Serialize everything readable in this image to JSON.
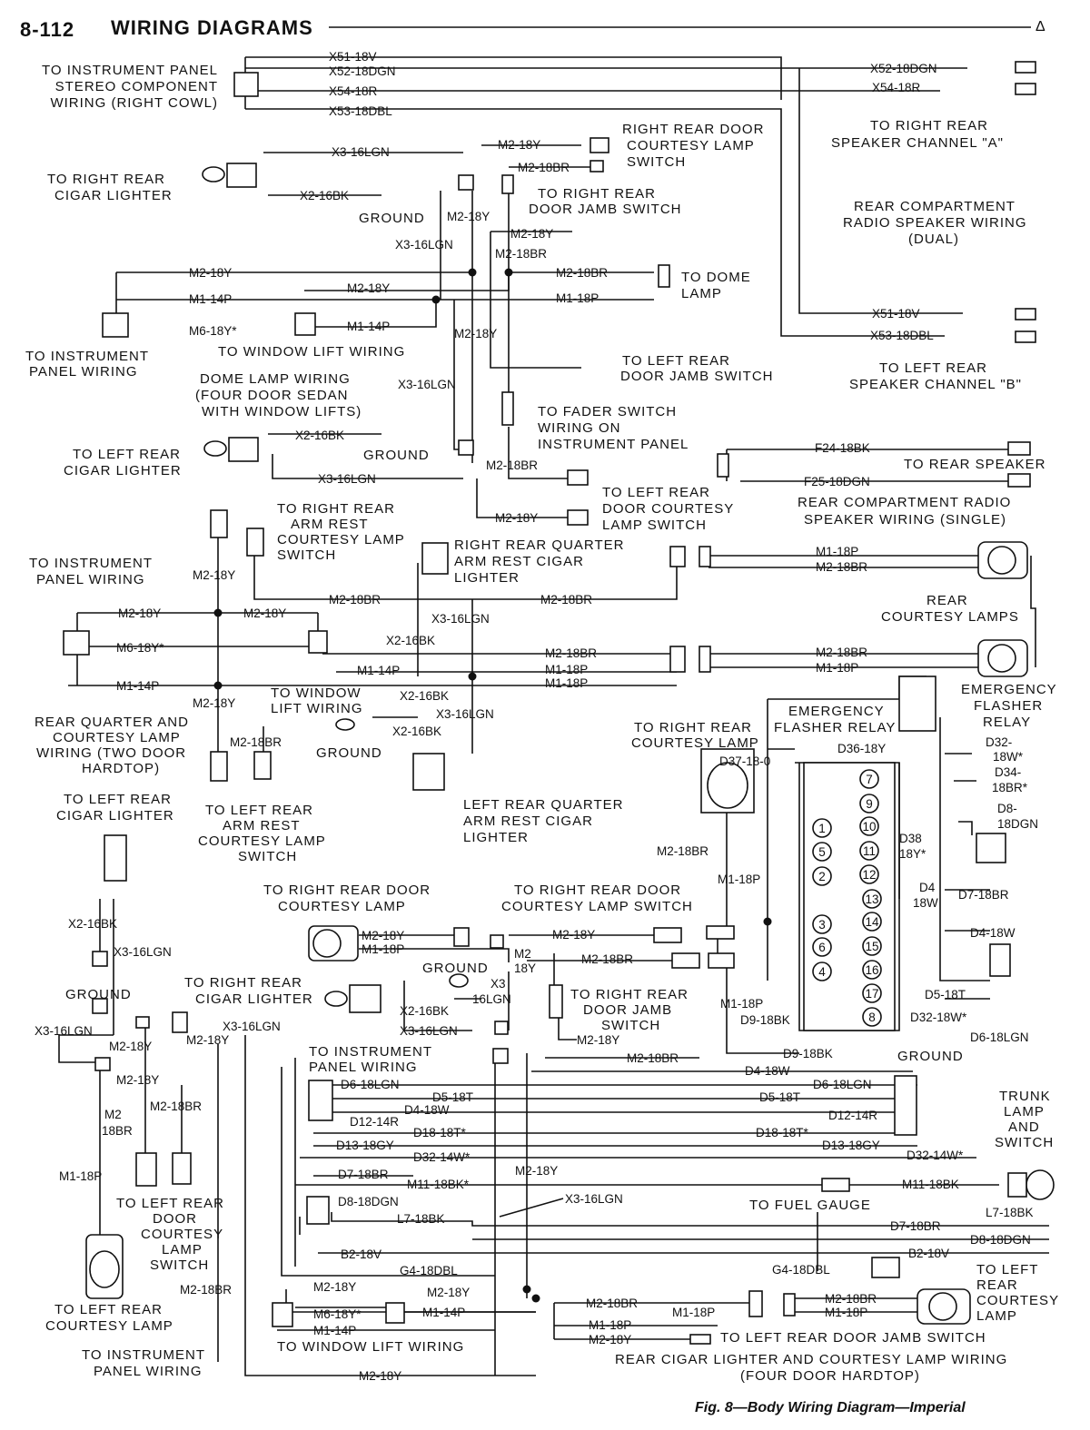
{
  "header": {
    "page_number": "8-112",
    "title": "WIRING DIAGRAMS",
    "corner_mark": "Δ"
  },
  "caption": "Fig. 8—Body Wiring Diagram—Imperial",
  "labels": {
    "ip_stereo": [
      "TO INSTRUMENT PANEL",
      "STEREO COMPONENT",
      "WIRING (RIGHT COWL)"
    ],
    "rr_cigar_1": [
      "TO RIGHT REAR",
      "CIGAR LIGHTER"
    ],
    "ground": "GROUND",
    "rr_door_courtesy_switch_1": [
      "RIGHT REAR DOOR",
      "COURTESY LAMP",
      "SWITCH"
    ],
    "rr_door_jamb_1": [
      "TO RIGHT REAR",
      "DOOR JAMB SWITCH"
    ],
    "rr_speaker_a": [
      "TO RIGHT REAR",
      "SPEAKER CHANNEL \"A\""
    ],
    "rear_comp_dual": [
      "REAR COMPARTMENT",
      "RADIO SPEAKER WIRING",
      "(DUAL)"
    ],
    "dome_lamp": [
      "TO DOME",
      "LAMP"
    ],
    "ip_wiring": [
      "TO INSTRUMENT",
      "PANEL WIRING"
    ],
    "window_lift": "TO WINDOW LIFT WIRING",
    "lr_door_jamb_1": [
      "TO LEFT REAR",
      "DOOR JAMB SWITCH"
    ],
    "lr_speaker_b": [
      "TO LEFT REAR",
      "SPEAKER CHANNEL \"B\""
    ],
    "dome_lamp_wiring": [
      "DOME LAMP WIRING",
      "(FOUR DOOR SEDAN",
      "WITH WINDOW LIFTS)"
    ],
    "fader": [
      "TO FADER SWITCH",
      "WIRING ON",
      "INSTRUMENT PANEL"
    ],
    "lr_cigar_1": [
      "TO LEFT REAR",
      "CIGAR LIGHTER"
    ],
    "to_rear_speaker": "TO REAR SPEAKER",
    "rear_comp_single": [
      "REAR COMPARTMENT RADIO",
      "SPEAKER WIRING (SINGLE)"
    ],
    "lr_door_courtesy_switch_1": [
      "TO LEFT REAR",
      "DOOR COURTESY",
      "LAMP SWITCH"
    ],
    "rr_armrest_courtesy": [
      "TO RIGHT REAR",
      "ARM REST",
      "COURTESY LAMP",
      "SWITCH"
    ],
    "rr_quarter_cigar": [
      "RIGHT REAR QUARTER",
      "ARM REST CIGAR",
      "LIGHTER"
    ],
    "rear_courtesy_lamps": [
      "REAR",
      "COURTESY LAMPS"
    ],
    "window_lift_2": [
      "TO WINDOW",
      "LIFT WIRING"
    ],
    "rear_quarter_wiring": [
      "REAR QUARTER AND",
      "COURTESY LAMP",
      "WIRING (TWO DOOR",
      "HARDTOP)"
    ],
    "emergency_flasher_relay": [
      "EMERGENCY",
      "FLASHER RELAY"
    ],
    "emergency_flasher_relay_2": [
      "EMERGENCY",
      "FLASHER",
      "RELAY"
    ],
    "rr_courtesy_lamp_1": [
      "TO RIGHT REAR",
      "COURTESY LAMP"
    ],
    "lr_cigar_2": [
      "TO LEFT REAR",
      "CIGAR LIGHTER"
    ],
    "lr_armrest_courtesy": [
      "TO LEFT REAR",
      "ARM REST",
      "COURTESY LAMP",
      "SWITCH"
    ],
    "lr_quarter_cigar": [
      "LEFT REAR QUARTER",
      "ARM REST CIGAR",
      "LIGHTER"
    ],
    "rr_door_courtesy_lamp_2": [
      "TO RIGHT REAR DOOR",
      "COURTESY LAMP"
    ],
    "rr_door_courtesy_switch_2": [
      "TO RIGHT REAR DOOR",
      "COURTESY LAMP SWITCH"
    ],
    "rr_cigar_2": [
      "TO RIGHT REAR",
      "CIGAR LIGHTER"
    ],
    "rr_door_jamb_2": [
      "TO RIGHT REAR",
      "DOOR JAMB",
      "SWITCH"
    ],
    "ip_wiring_3": [
      "TO INSTRUMENT",
      "PANEL WIRING"
    ],
    "trunk": [
      "TRUNK",
      "LAMP",
      "AND",
      "SWITCH"
    ],
    "fuel_gauge": "TO FUEL GAUGE",
    "lr_door_courtesy_switch_2": [
      "TO LEFT REAR",
      "DOOR",
      "COURTESY",
      "LAMP",
      "SWITCH"
    ],
    "lr_courtesy_lamp": [
      "TO LEFT REAR",
      "COURTESY LAMP"
    ],
    "ip_wiring_4": [
      "TO INSTRUMENT",
      "PANEL WIRING"
    ],
    "window_lift_3": "TO WINDOW LIFT WIRING",
    "lr_door_jamb_2": "TO LEFT REAR DOOR JAMB SWITCH",
    "lr_rear_courtesy": [
      "TO LEFT",
      "REAR",
      "COURTESY",
      "LAMP"
    ],
    "rear_cigar_courtesy": [
      "REAR CIGAR LIGHTER AND COURTESY LAMP WIRING",
      "(FOUR DOOR HARDTOP)"
    ]
  },
  "wires": {
    "x51_18v": "X51-18V",
    "x52_18dgn": "X52-18DGN",
    "x54_18r": "X54-18R",
    "x53_18dbl": "X53-18DBL",
    "x3_16lgn": "X3-16LGN",
    "x2_16bk": "X2-16BK",
    "m2_18y": "M2-18Y",
    "m2_18br": "M2-18BR",
    "m1_14p": "M1-14P",
    "m1_18p": "M1-18P",
    "m6_18y": "M6-18Y*",
    "f24_18bk": "F24-18BK",
    "f25_18dgn": "F25-18DGN",
    "d37_18_0": "D37-18-0",
    "d36_18y": "D36-18Y",
    "d32_18w": "D32-18W*",
    "d32": "D32-",
    "w18": "18W*",
    "d34": "D34-",
    "br18": "18BR*",
    "d8": "D8-",
    "dgn18": "18DGN",
    "d38": "D38",
    "y18": "18Y*",
    "d4": "D4",
    "w18b": "18W",
    "d7_18br": "D7-18BR",
    "d4_18w": "D4-18W",
    "d5_18t": "D5-18T",
    "d6_18lgn": "D6-18LGN",
    "d9_18bk": "D9-18BK",
    "d12_14r": "D12-14R",
    "d18_18t": "D18-18T*",
    "d13_18gy": "D13-18GY",
    "d32_14w": "D32-14W*",
    "m11_18bk": "M11-18BK*",
    "m11_18bk_b": "M11-18BK",
    "d8_18dgn": "D8-18DGN",
    "l7_18bk": "L7-18BK",
    "b2_18v": "B2-18V",
    "g4_18dbl": "G4-18DBL",
    "m2": "M2",
    "y18c": "18Y",
    "br18c": "18BR",
    "x3": "X3",
    "lgn16": "16LGN"
  },
  "relay_pins": [
    "1",
    "2",
    "3",
    "4",
    "5",
    "6",
    "7",
    "8",
    "9",
    "10",
    "11",
    "12",
    "13",
    "14",
    "15",
    "16",
    "17"
  ]
}
